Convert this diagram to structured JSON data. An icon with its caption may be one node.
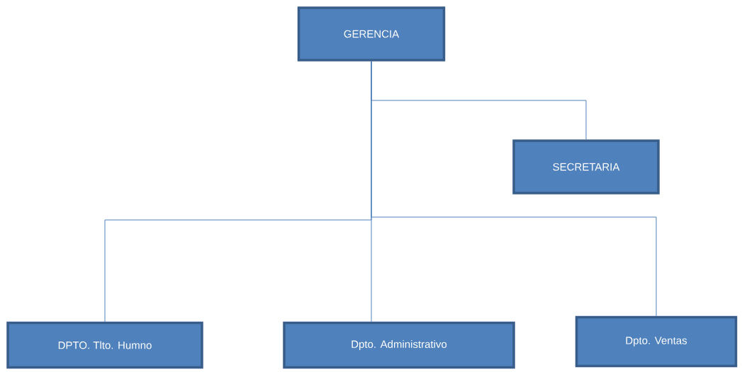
{
  "diagram": {
    "nodes": [
      {
        "text": [
          "GERENCIA"
        ]
      },
      {
        "text": [
          "SECRETARIA"
        ]
      },
      {
        "text": [
          "DPTO. Tlto. Humno"
        ]
      },
      {
        "text": [
          "Dpto. Administrativo"
        ]
      },
      {
        "text": [
          "Dpto. Ventas"
        ]
      }
    ],
    "edges": [
      {
        "from": 0,
        "to": 1,
        "arrow": "none"
      },
      {
        "from": 0,
        "to": 2,
        "arrow": "none"
      },
      {
        "from": 0,
        "to": 3,
        "arrow": "none"
      },
      {
        "from": 0,
        "to": 4,
        "arrow": "none"
      }
    ]
  }
}
